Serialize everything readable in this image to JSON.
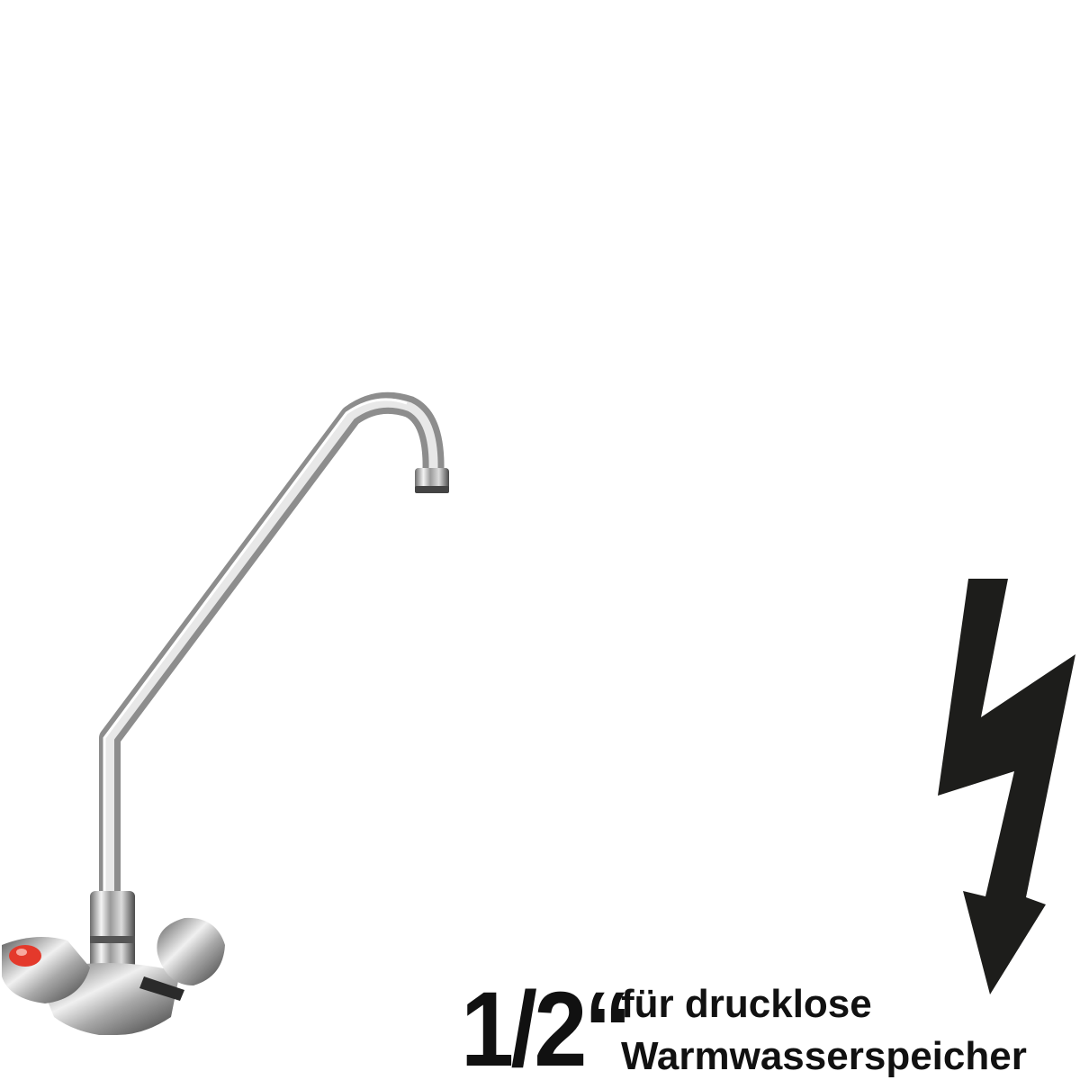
{
  "product": {
    "image": "mixer-tap-icon",
    "hot_indicator_color": "#e4392b"
  },
  "symbol": {
    "icon": "lightning-bolt-icon",
    "color": "#1d1d1b"
  },
  "size_label": "1/2“",
  "description": {
    "line1": "für drucklose",
    "line2": "Warmwasserspeicher"
  }
}
